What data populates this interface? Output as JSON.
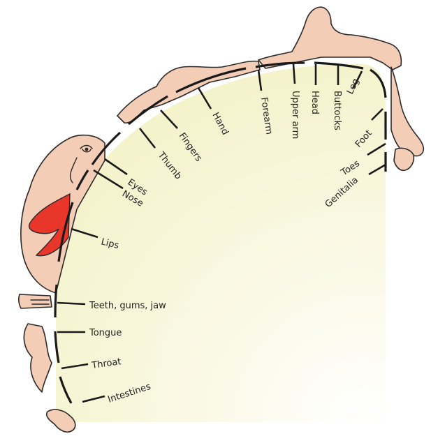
{
  "diagram": {
    "labels": {
      "genitalia": "Genitalia",
      "toes": "Toes",
      "foot": "Foot",
      "leg": "Leg",
      "buttocks": "Buttocks",
      "head": "Head",
      "upper_arm": "Upper arm",
      "forearm": "Forearm",
      "hand": "Hand",
      "fingers": "Fingers",
      "thumb": "Thumb",
      "eyes": "Eyes",
      "nose": "Nose",
      "lips": "Lips",
      "teeth_gums_jaw": "Teeth, gums, jaw",
      "tongue": "Tongue",
      "throat": "Throat",
      "intestines": "Intestines"
    },
    "colors": {
      "fill_center": "#f3f2c8",
      "fill_edge": "#ffffff",
      "skin": "#f3cdb6",
      "lips": "#e8372a",
      "outline": "#1a1a1a"
    },
    "icons": {
      "body_figure": "homunculus-figure-icon"
    }
  }
}
